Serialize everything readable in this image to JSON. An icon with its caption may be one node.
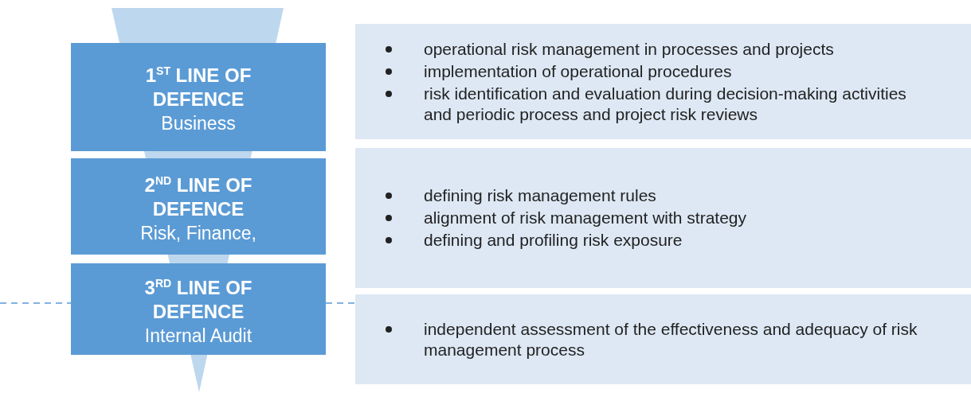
{
  "diagram": {
    "nodes": [
      {
        "text": [
          "1$^{ST}$ LINE OF DEFENCE",
          "Business"
        ]
      },
      {
        "text": [
          "operational risk management in processes and projects",
          "implementation of operational procedures",
          "risk identification and evaluation during decision-making activities and periodic process and project risk reviews"
        ]
      },
      {
        "text": [
          "2$^{ND}$ LINE OF DEFENCE",
          "Risk, Finance,"
        ]
      },
      {
        "text": [
          "defining risk management rules",
          "alignment of risk management with strategy",
          "defining and profiling risk exposure"
        ]
      },
      {
        "text": [
          "3$^{RD}$ LINE OF DEFENCE",
          "Internal Audit"
        ]
      },
      {
        "text": [
          "independent assessment of the effectiveness and adequacy of risk management process"
        ]
      }
    ]
  }
}
